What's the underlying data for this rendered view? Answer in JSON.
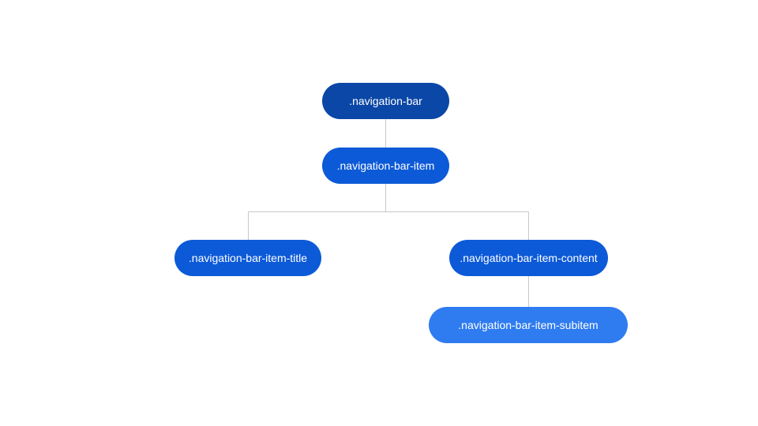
{
  "diagram": {
    "nodes": {
      "root": {
        "label": ".navigation-bar",
        "color": "#0b47a6"
      },
      "item": {
        "label": ".navigation-bar-item",
        "color": "#0d5ad8"
      },
      "title": {
        "label": ".navigation-bar-item-title",
        "color": "#0d5ad8"
      },
      "content": {
        "label": ".navigation-bar-item-content",
        "color": "#0d5ad8"
      },
      "subitem": {
        "label": ".navigation-bar-item-subitem",
        "color": "#2f7cf0"
      }
    },
    "edges": [
      {
        "from": "root",
        "to": "item"
      },
      {
        "from": "item",
        "to": "title"
      },
      {
        "from": "item",
        "to": "content"
      },
      {
        "from": "content",
        "to": "subitem"
      }
    ],
    "connector_color": "#c8c8c8"
  }
}
